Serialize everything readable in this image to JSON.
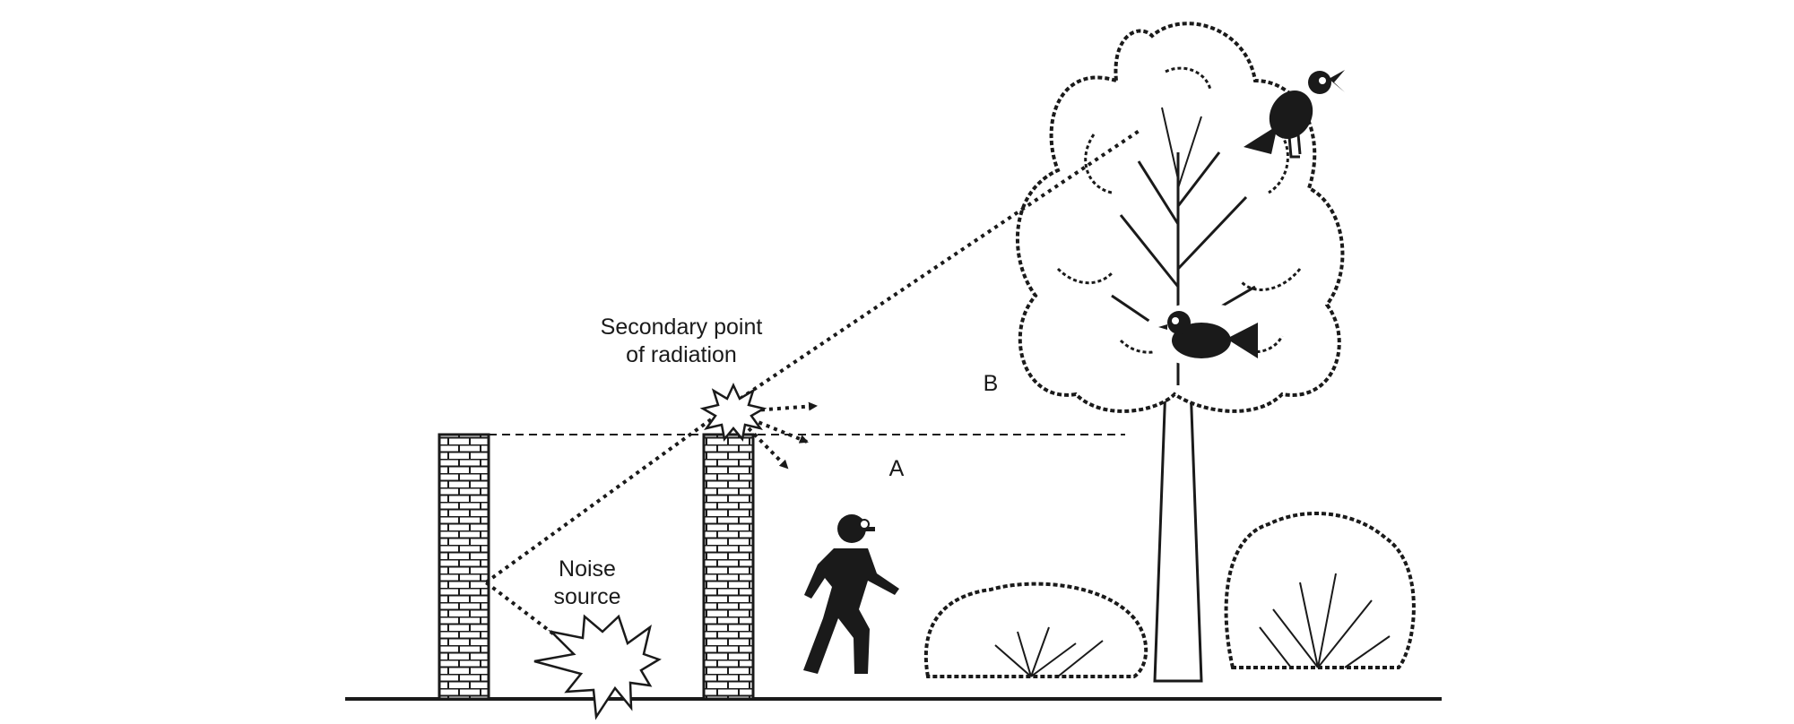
{
  "labels": {
    "secondary_line1": "Secondary point",
    "secondary_line2": "of radiation",
    "noise_line1": "Noise",
    "noise_line2": "source",
    "zone_a": "A",
    "zone_b": "B"
  },
  "icons": [
    "noise-burst-icon",
    "secondary-burst-icon",
    "walking-person-icon",
    "bird-singing-icon",
    "bird-perched-icon",
    "tree-icon",
    "bush-icon",
    "brick-wall-icon"
  ],
  "colors": {
    "ink": "#1a1a1a",
    "background": "#ffffff"
  }
}
